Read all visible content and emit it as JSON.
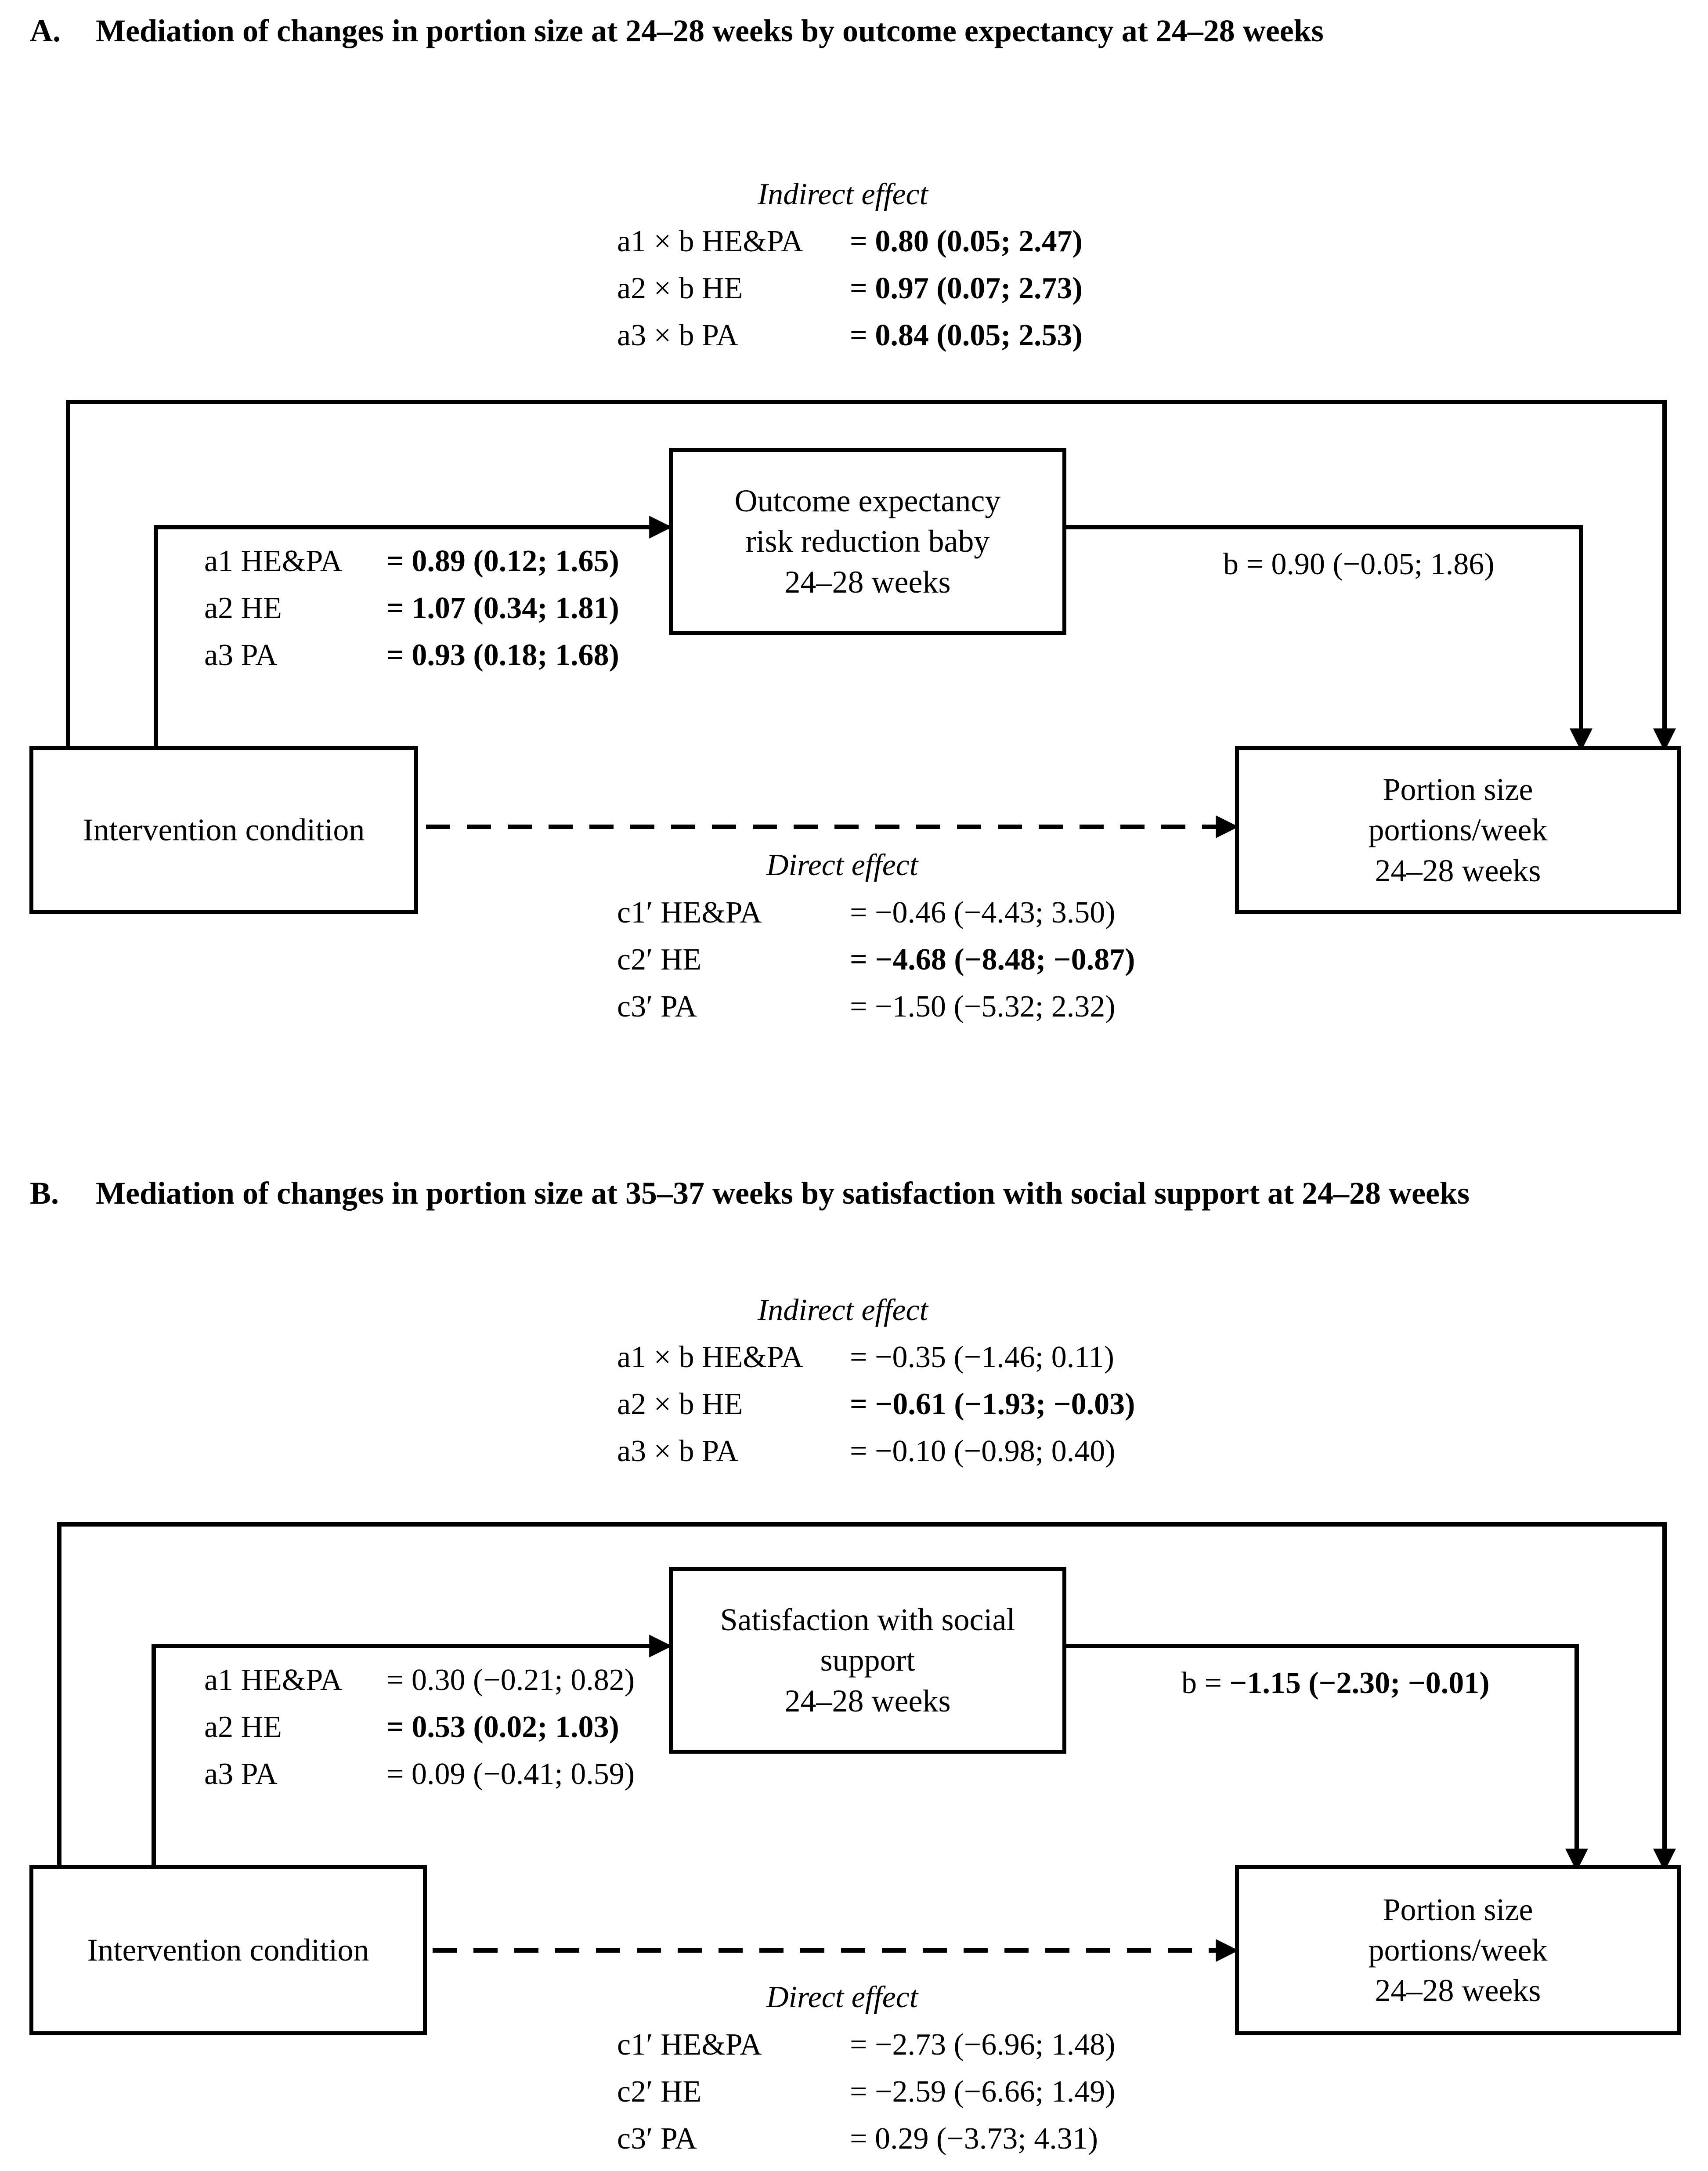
{
  "panelA": {
    "letter": "A.",
    "title": "Mediation of changes in portion size at 24–28 weeks by outcome expectancy at 24–28 weeks",
    "indirect": {
      "heading": "Indirect effect",
      "rows": [
        {
          "label": "a1 × b HE&PA",
          "value": "= 0.80 (0.05; 2.47)",
          "bold": true
        },
        {
          "label": "a2 × b HE",
          "value": "= 0.97 (0.07; 2.73)",
          "bold": true
        },
        {
          "label": "a3 × b PA",
          "value": "= 0.84 (0.05; 2.53)",
          "bold": true
        }
      ]
    },
    "mediator": {
      "lines": [
        "Outcome expectancy",
        "risk reduction baby",
        "24–28 weeks"
      ]
    },
    "a_paths": [
      {
        "label": "a1 HE&PA",
        "value": "= 0.89 (0.12; 1.65)",
        "bold": true
      },
      {
        "label": "a2 HE",
        "value": "= 1.07 (0.34; 1.81)",
        "bold": true
      },
      {
        "label": "a3 PA",
        "value": "= 0.93 (0.18; 1.68)",
        "bold": true
      }
    ],
    "b_path": {
      "label": "b = ",
      "value": "0.90 (−0.05; 1.86)",
      "bold": false
    },
    "intervention": "Intervention condition",
    "outcome": {
      "lines": [
        "Portion size",
        "portions/week",
        "24–28 weeks"
      ]
    },
    "direct": {
      "heading": "Direct effect",
      "rows": [
        {
          "label": "c1′ HE&PA",
          "value": "= −0.46 (−4.43; 3.50)",
          "bold": false
        },
        {
          "label": "c2′ HE",
          "value": "= −4.68 (−8.48; −0.87)",
          "bold": true
        },
        {
          "label": "c3′ PA",
          "value": "= −1.50 (−5.32; 2.32)",
          "bold": false
        }
      ]
    }
  },
  "panelB": {
    "letter": "B.",
    "title": "Mediation of changes in portion size at 35–37 weeks by satisfaction with social support at 24–28 weeks",
    "indirect": {
      "heading": "Indirect effect",
      "rows": [
        {
          "label": "a1 × b HE&PA",
          "value": "= −0.35 (−1.46; 0.11)",
          "bold": false
        },
        {
          "label": "a2 × b HE",
          "value": "= −0.61 (−1.93; −0.03)",
          "bold": true
        },
        {
          "label": "a3 × b PA",
          "value": "= −0.10 (−0.98; 0.40)",
          "bold": false
        }
      ]
    },
    "mediator": {
      "lines": [
        "Satisfaction with social",
        "support",
        "24–28 weeks"
      ]
    },
    "a_paths": [
      {
        "label": "a1 HE&PA",
        "value": "= 0.30 (−0.21; 0.82)",
        "bold": false
      },
      {
        "label": "a2 HE",
        "value": "= 0.53 (0.02; 1.03)",
        "bold": true
      },
      {
        "label": "a3 PA",
        "value": "= 0.09 (−0.41; 0.59)",
        "bold": false
      }
    ],
    "b_path": {
      "label": "b = ",
      "value": "−1.15 (−2.30; −0.01)",
      "bold": true
    },
    "intervention": "Intervention condition",
    "outcome": {
      "lines": [
        "Portion size",
        "portions/week",
        "24–28 weeks"
      ]
    },
    "direct": {
      "heading": "Direct effect",
      "rows": [
        {
          "label": "c1′ HE&PA",
          "value": "= −2.73 (−6.96; 1.48)",
          "bold": false
        },
        {
          "label": "c2′ HE",
          "value": "= −2.59 (−6.66; 1.49)",
          "bold": false
        },
        {
          "label": "c3′ PA",
          "value": "= 0.29 (−3.73; 4.31)",
          "bold": false
        }
      ]
    }
  }
}
